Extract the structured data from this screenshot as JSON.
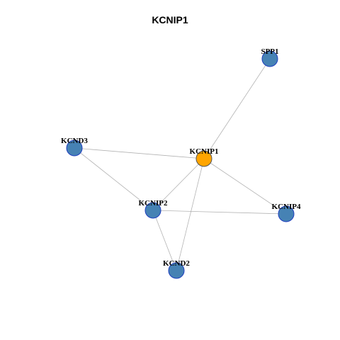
{
  "title": "KCNIP1",
  "colors": {
    "center_node": "#FFA500",
    "neighbor_node": "#4682B4",
    "node_border": "#1f3fbf",
    "edge": "#b3b3b3"
  },
  "nodes": [
    {
      "id": "KCNIP1",
      "label": "KCNIP1",
      "role": "center"
    },
    {
      "id": "SPP1",
      "label": "SPP1",
      "role": "neighbor"
    },
    {
      "id": "KCND3",
      "label": "KCND3",
      "role": "neighbor"
    },
    {
      "id": "KCNIP2",
      "label": "KCNIP2",
      "role": "neighbor"
    },
    {
      "id": "KCNIP4",
      "label": "KCNIP4",
      "role": "neighbor"
    },
    {
      "id": "KCND2",
      "label": "KCND2",
      "role": "neighbor"
    }
  ],
  "edges": [
    [
      "KCNIP1",
      "SPP1"
    ],
    [
      "KCNIP1",
      "KCND3"
    ],
    [
      "KCNIP1",
      "KCNIP2"
    ],
    [
      "KCNIP1",
      "KCNIP4"
    ],
    [
      "KCNIP1",
      "KCND2"
    ],
    [
      "KCND3",
      "KCNIP2"
    ],
    [
      "KCNIP2",
      "KCNIP4"
    ],
    [
      "KCNIP2",
      "KCND2"
    ]
  ]
}
